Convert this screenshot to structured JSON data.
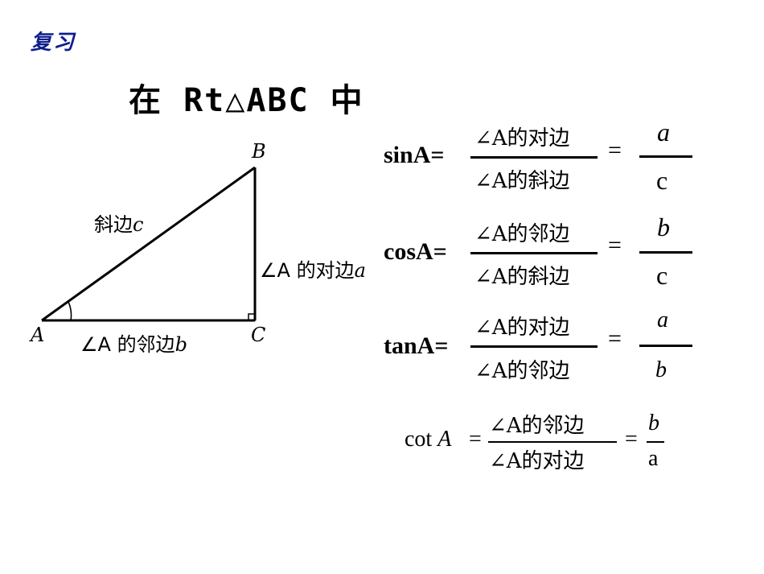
{
  "header": {
    "review_label": "复习",
    "title": "在 Rt△ABC 中"
  },
  "triangle": {
    "vertex_a": "A",
    "vertex_b": "B",
    "vertex_c": "C",
    "hypotenuse_label": "斜边",
    "hypotenuse_var": "c",
    "opposite_label": "∠A 的对边",
    "opposite_var": "a",
    "adjacent_label": "∠A 的邻边",
    "adjacent_var": "b"
  },
  "formulas": {
    "sin": {
      "name": "sinA=",
      "numerator": "∠A的对边",
      "denominator": "∠A的斜边",
      "equals": "=",
      "ratio_num": "a",
      "ratio_den": "c"
    },
    "cos": {
      "name": "cosA=",
      "numerator": "∠A的邻边",
      "denominator": "∠A的斜边",
      "equals": "=",
      "ratio_num": "b",
      "ratio_den": "c"
    },
    "tan": {
      "name": "tanA=",
      "numerator": "∠A的对边",
      "denominator": "∠A的邻边",
      "equals": "=",
      "ratio_num": "a",
      "ratio_den": "b"
    },
    "cot": {
      "name_fn": "cot",
      "name_var": "A",
      "equals": "=",
      "numerator": "∠A的邻边",
      "denominator": "∠A的对边",
      "equals2": "=",
      "ratio_num": "b",
      "ratio_den": "a"
    }
  }
}
